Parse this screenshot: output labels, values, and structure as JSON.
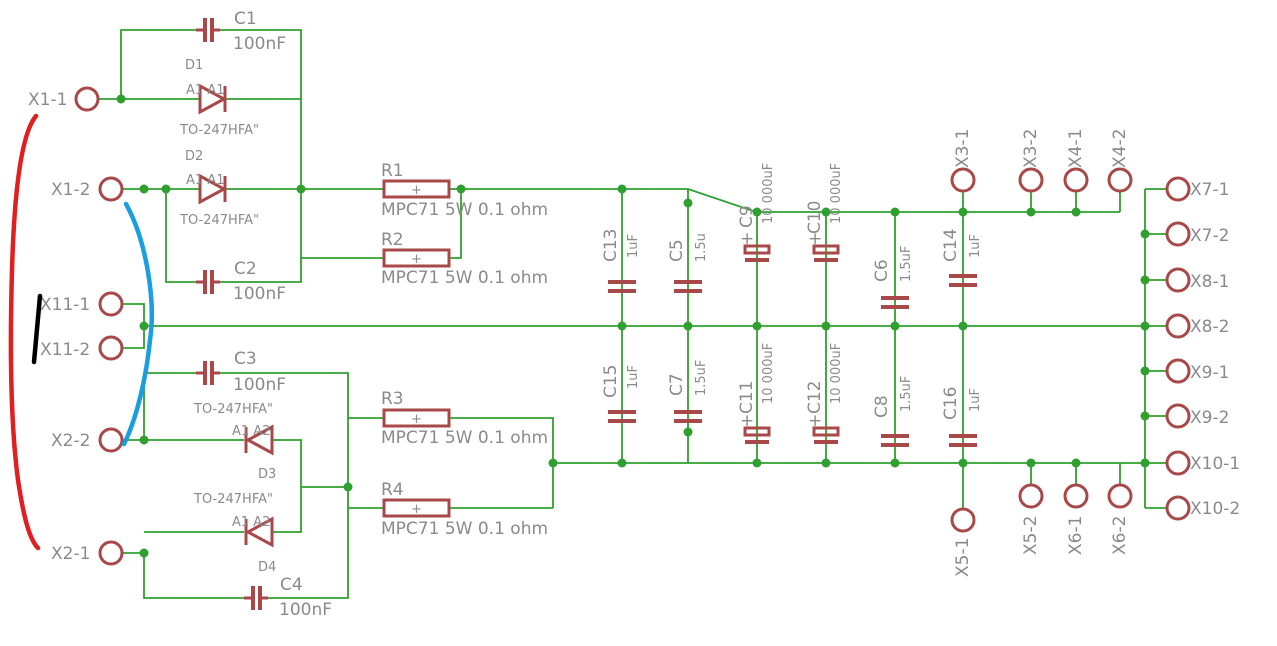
{
  "colors": {
    "wire": "#2fa02f",
    "component": "#a84848",
    "text": "#8a8a8a",
    "annotation_red": "#e02020",
    "annotation_blue": "#1a9ee0",
    "annotation_black": "#000000"
  },
  "components": {
    "c1": {
      "name": "C1",
      "value": "100nF"
    },
    "c2": {
      "name": "C2",
      "value": "100nF"
    },
    "c3": {
      "name": "C3",
      "value": "100nF"
    },
    "c4": {
      "name": "C4",
      "value": "100nF"
    },
    "d1": {
      "name": "D1",
      "pins": "A1 A1",
      "package": "TO-247HFA\""
    },
    "d2": {
      "name": "D2",
      "pins": "A1 A1",
      "package": "TO-247HFA\""
    },
    "d3": {
      "name": "D3",
      "pins": "A1 A2",
      "package": "TO-247HFA\""
    },
    "d4": {
      "name": "D4",
      "pins": "A1 A2",
      "package": "TO-247HFA\""
    },
    "r1": {
      "name": "R1",
      "value": "MPC71 5W 0.1 ohm"
    },
    "r2": {
      "name": "R2",
      "value": "MPC71 5W 0.1 ohm"
    },
    "r3": {
      "name": "R3",
      "value": "MPC71 5W 0.1 ohm"
    },
    "r4": {
      "name": "R4",
      "value": "MPC71 5W 0.1 ohm"
    },
    "c13": {
      "name": "C13",
      "value": "1uF"
    },
    "c5": {
      "name": "C5",
      "value": "1.5u"
    },
    "c9": {
      "name": "C9",
      "value": "10 000uF"
    },
    "c10": {
      "name": "C10",
      "value": "10 000uF"
    },
    "c6": {
      "name": "C6",
      "value": "1.5uF"
    },
    "c14": {
      "name": "C14",
      "value": "1uF"
    },
    "c15": {
      "name": "C15",
      "value": "1uF"
    },
    "c7": {
      "name": "C7",
      "value": "1.5uF"
    },
    "c11": {
      "name": "C11",
      "value": "10 000uF"
    },
    "c12": {
      "name": "C12",
      "value": "10 000uF"
    },
    "c8": {
      "name": "C8",
      "value": "1.5uF"
    },
    "c16": {
      "name": "C16",
      "value": "1uF"
    },
    "pin_plus": "+"
  },
  "terminals": {
    "x1_1": "X1-1",
    "x1_2": "X1-2",
    "x11_1": "X11-1",
    "x11_2": "X11-2",
    "x2_2": "X2-2",
    "x2_1": "X2-1",
    "x3_1": "X3-1",
    "x3_2": "X3-2",
    "x4_1": "X4-1",
    "x4_2": "X4-2",
    "x5_1": "X5-1",
    "x5_2": "X5-2",
    "x6_1": "X6-1",
    "x6_2": "X6-2",
    "x7_1": "X7-1",
    "x7_2": "X7-2",
    "x8_1": "X8-1",
    "x8_2": "X8-2",
    "x9_1": "X9-1",
    "x9_2": "X9-2",
    "x10_1": "X10-1",
    "x10_2": "X10-2"
  }
}
